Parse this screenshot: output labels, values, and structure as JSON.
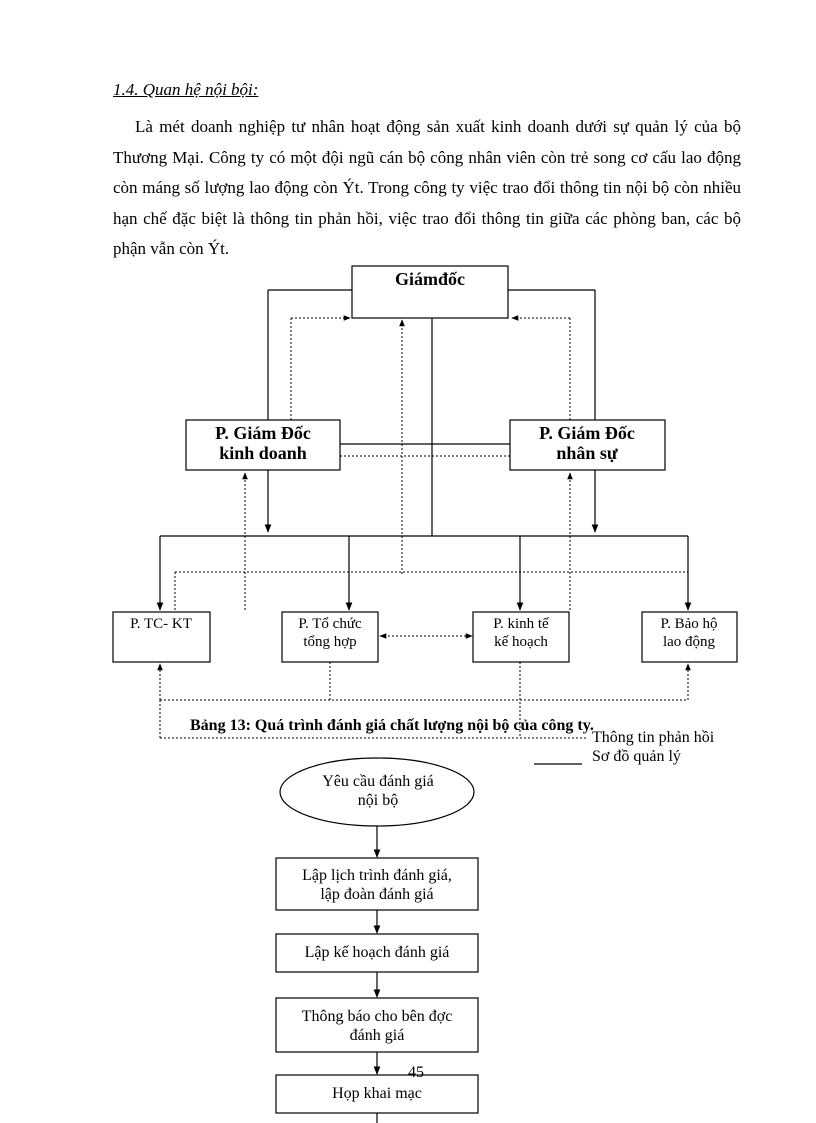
{
  "section": {
    "heading": "1.4. Quan hệ nội bội:",
    "paragraph": "Là mét doanh nghiệp tư nhân hoạt động sản xuất kinh doanh dưới sự quản lý của bộ Thương Mại. Công ty có một đội ngũ cán bộ công nhân viên còn trẻ song cơ cấu lao động còn máng số lượng lao động còn Ýt. Trong công ty việc trao đổi thông tin nội bộ còn nhiều hạn chế đặc biệt là thông tin phản hồi, việc trao đổi thông tin giữa các phòng ban, các bộ phận vẫn còn Ýt."
  },
  "org_chart": {
    "director": "Giámđốc",
    "vice_business": [
      "P. Giám Đốc",
      "kinh doanh"
    ],
    "vice_hr": [
      "P. Giám Đốc",
      "nhân sự"
    ],
    "departments": [
      [
        "P. TC- KT"
      ],
      [
        "P. Tổ chức",
        "tổng hợp"
      ],
      [
        "P. kinh tế",
        "kế hoạch"
      ],
      [
        "P. Bảo hộ",
        "lao động"
      ]
    ],
    "legend_feedback": "Thông tin phản hồi",
    "legend_management": "Sơ đồ quản lý"
  },
  "table_caption": "Bảng 13: Quá trình đánh giá chất lượng nội bộ của công ty.",
  "flowchart": {
    "start": [
      "Yêu cầu đánh giá",
      "nội bộ"
    ],
    "steps": [
      [
        "Lập lịch trình đánh giá,",
        "lập đoàn đánh giá"
      ],
      [
        "Lập kế hoạch đánh giá"
      ],
      [
        "Thông báo cho bên đợc",
        "đánh giá"
      ],
      [
        "Họp khai mạc"
      ]
    ]
  },
  "page_number": "45"
}
